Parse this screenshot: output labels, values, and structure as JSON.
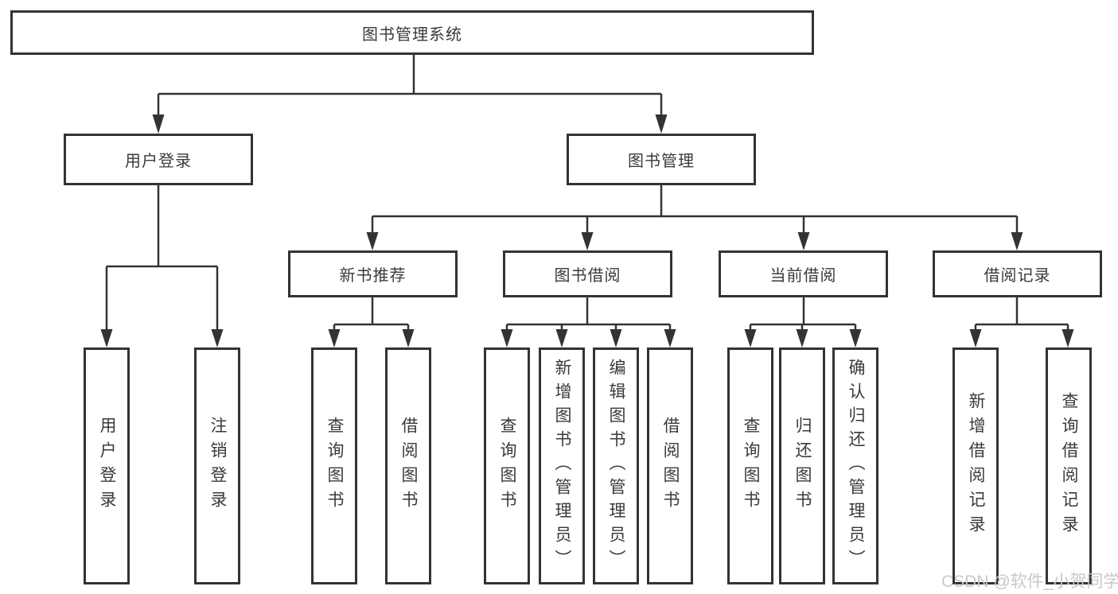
{
  "diagram": {
    "type": "hierarchy-tree",
    "root": {
      "label": "图书管理系统"
    },
    "level2": [
      {
        "label": "用户登录",
        "parent": "图书管理系统"
      },
      {
        "label": "图书管理",
        "parent": "图书管理系统"
      }
    ],
    "level3": [
      {
        "label": "新书推荐",
        "parent": "图书管理"
      },
      {
        "label": "图书借阅",
        "parent": "图书管理"
      },
      {
        "label": "当前借阅",
        "parent": "图书管理"
      },
      {
        "label": "借阅记录",
        "parent": "图书管理"
      }
    ],
    "leaves": [
      {
        "label": "用户登录",
        "parent": "用户登录"
      },
      {
        "label": "注销登录",
        "parent": "用户登录"
      },
      {
        "label": "查询图书",
        "parent": "新书推荐"
      },
      {
        "label": "借阅图书",
        "parent": "新书推荐"
      },
      {
        "label": "查询图书",
        "parent": "图书借阅"
      },
      {
        "label": "新增图书（管理员）",
        "parent": "图书借阅"
      },
      {
        "label": "编辑图书（管理员）",
        "parent": "图书借阅"
      },
      {
        "label": "借阅图书",
        "parent": "图书借阅"
      },
      {
        "label": "查询图书",
        "parent": "当前借阅"
      },
      {
        "label": "归还图书",
        "parent": "当前借阅"
      },
      {
        "label": "确认归还（管理员）",
        "parent": "当前借阅"
      },
      {
        "label": "新增借阅记录",
        "parent": "借阅记录"
      },
      {
        "label": "查询借阅记录",
        "parent": "借阅记录"
      }
    ]
  },
  "watermark": {
    "text": "CSDN @软件_小贺同学"
  },
  "colors": {
    "line": "#333333",
    "text": "#3a3a3a",
    "watermark": "#c7c7cf",
    "background": "#ffffff"
  }
}
